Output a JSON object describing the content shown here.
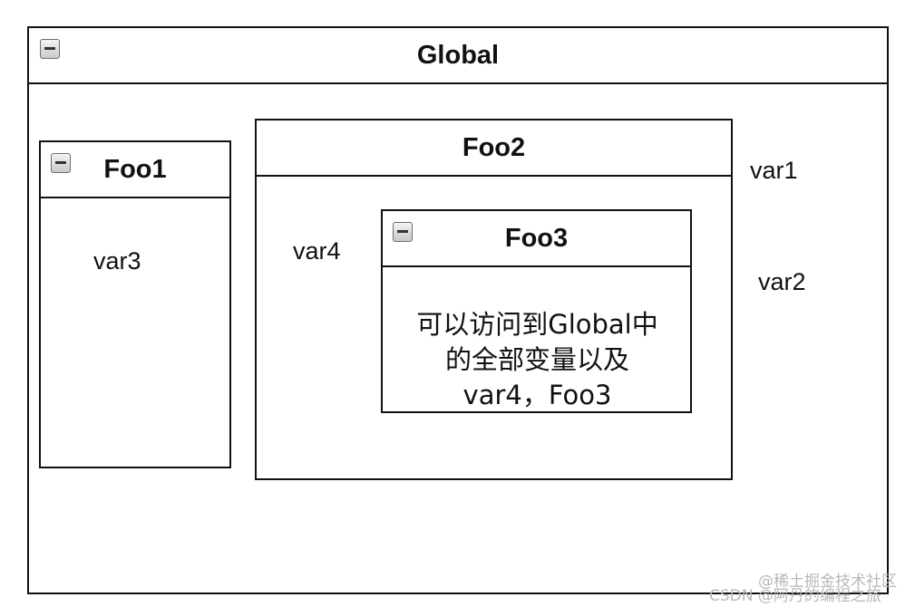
{
  "diagram": {
    "global": {
      "title": "Global"
    },
    "foo1": {
      "title": "Foo1",
      "variable": "var3"
    },
    "foo2": {
      "title": "Foo2",
      "variable": "var4"
    },
    "foo3": {
      "title": "Foo3",
      "note_lines": [
        "可以访问到Global中",
        "的全部变量以及",
        "var4，Foo3"
      ]
    },
    "global_variables": [
      "var1",
      "var2"
    ]
  },
  "watermark": {
    "line1": "@稀土掘金技术社区",
    "line2": "CSDN @阿丹的编程之旅"
  }
}
